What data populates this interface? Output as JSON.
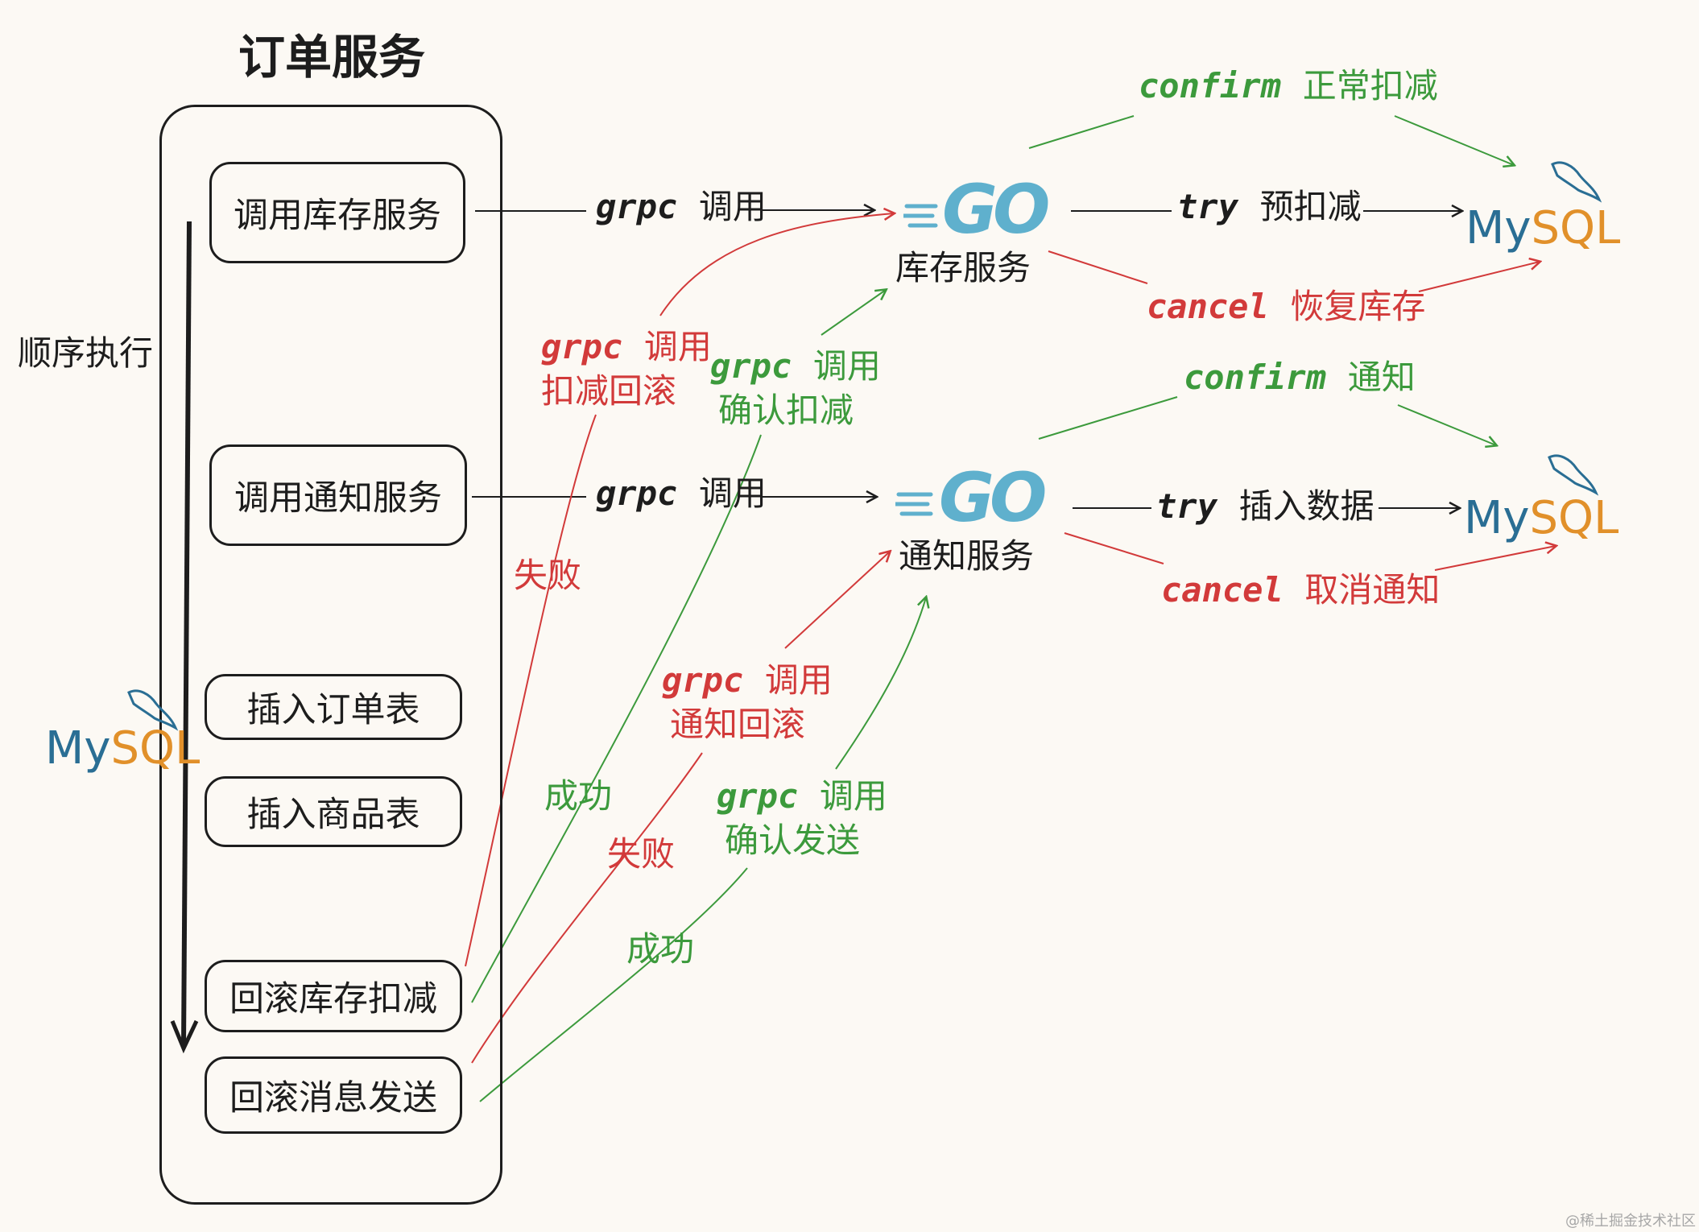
{
  "title": "订单服务",
  "sequence_label": "顺序执行",
  "order_steps": [
    "调用库存服务",
    "调用通知服务",
    "插入订单表",
    "插入商品表",
    "回滚库存扣减",
    "回滚消息发送"
  ],
  "services": {
    "inventory": {
      "logo": "GO",
      "name": "库存服务"
    },
    "notify": {
      "logo": "GO",
      "name": "通知服务"
    }
  },
  "mysql": {
    "my": "My",
    "sql": "SQL"
  },
  "arrows": {
    "call_inventory": {
      "proto": "grpc",
      "action": "调用"
    },
    "call_notify": {
      "proto": "grpc",
      "action": "调用"
    },
    "inv_try": {
      "proto": "try",
      "action": "预扣减"
    },
    "inv_confirm": {
      "proto": "confirm",
      "action": "正常扣减"
    },
    "inv_cancel": {
      "proto": "cancel",
      "action": "恢复库存"
    },
    "notify_try": {
      "proto": "try",
      "action": "插入数据"
    },
    "notify_confirm": {
      "proto": "confirm",
      "action": "通知"
    },
    "notify_cancel": {
      "proto": "cancel",
      "action": "取消通知"
    },
    "inv_rollback": {
      "proto": "grpc",
      "action": "调用",
      "detail": "扣减回滚"
    },
    "inv_commit": {
      "proto": "grpc",
      "action": "调用",
      "detail": "确认扣减"
    },
    "notify_rollback": {
      "proto": "grpc",
      "action": "调用",
      "detail": "通知回滚"
    },
    "notify_commit": {
      "proto": "grpc",
      "action": "调用",
      "detail": "确认发送"
    }
  },
  "outcomes": {
    "fail_1": "失败",
    "success_1": "成功",
    "fail_2": "失败",
    "success_2": "成功"
  },
  "watermark": "@稀土掘金技术社区",
  "colors": {
    "red": "#d23a3a",
    "green": "#3c9a3c",
    "dark": "#1d1d1d",
    "go": "#5fb0cd",
    "mysql_my": "#2a6e94",
    "mysql_sql": "#e1902a"
  }
}
